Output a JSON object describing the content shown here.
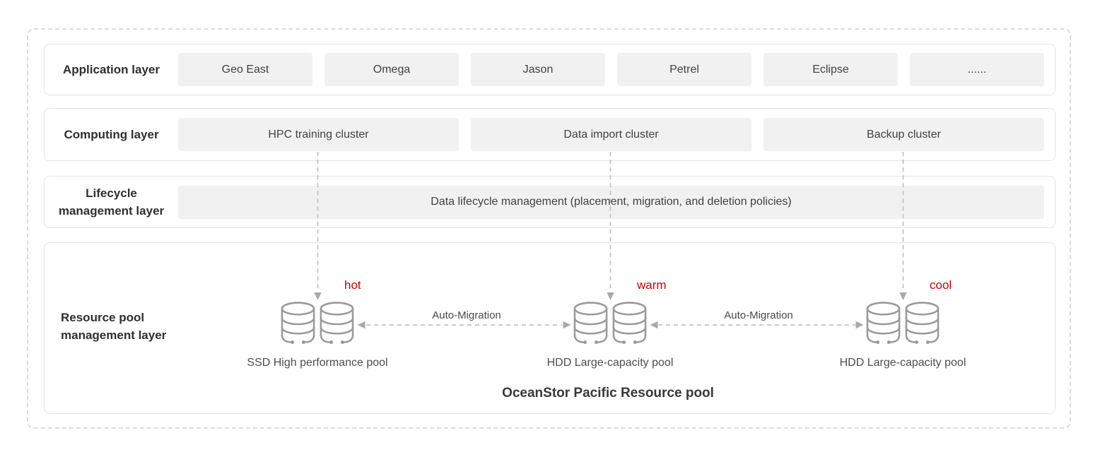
{
  "layers": [
    {
      "label": "Application layer",
      "items": [
        "Geo East",
        "Omega",
        "Jason",
        "Petrel",
        "Eclipse",
        "......"
      ]
    },
    {
      "label": "Computing layer",
      "items": [
        "HPC training cluster",
        "Data import cluster",
        "Backup cluster"
      ]
    },
    {
      "label": "Lifecycle management layer",
      "items": [
        "Data lifecycle management (placement, migration, and deletion policies)"
      ]
    },
    {
      "label": "Resource pool management layer",
      "items": []
    }
  ],
  "resource_pool": {
    "title": "OceanStor Pacific Resource pool",
    "auto_migration_label": "Auto-Migration",
    "pools": [
      {
        "temperature": "hot",
        "name": "SSD High performance pool"
      },
      {
        "temperature": "warm",
        "name": "HDD Large-capacity pool"
      },
      {
        "temperature": "cool",
        "name": "HDD Large-capacity pool"
      }
    ]
  },
  "colors": {
    "temperature_label": "#cc0000",
    "connector": "#c2c2c2",
    "arrowhead": "#a9a9a9",
    "icon": "#9a9a9a",
    "chip_background": "#f1f1f1"
  }
}
